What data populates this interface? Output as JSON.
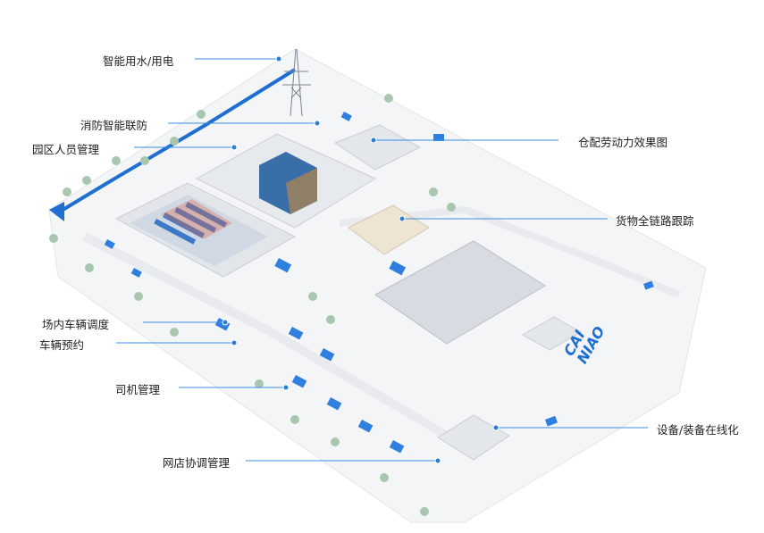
{
  "labels": {
    "smart_water_power": "智能用水/用电",
    "fire_linkage": "消防智能联防",
    "personnel_mgmt": "园区人员管理",
    "warehouse_labor": "仓配劳动力效果图",
    "goods_tracking": "货物全链路跟踪",
    "vehicle_dispatch": "场内车辆调度",
    "vehicle_booking": "车辆预约",
    "driver_mgmt": "司机管理",
    "equipment_online": "设备/装备在线化",
    "store_coordination": "网店协调管理"
  },
  "logo": {
    "line1": "CAI",
    "line2": "NIAO"
  },
  "colors": {
    "accent": "#1f6fd1",
    "leader": "#3a8ee0",
    "ground": "#f1f3f5",
    "building": "#dfe3e8",
    "roof": "#c9ced6",
    "truck": "#2f7fe0",
    "tree": "#9fbfa6"
  }
}
